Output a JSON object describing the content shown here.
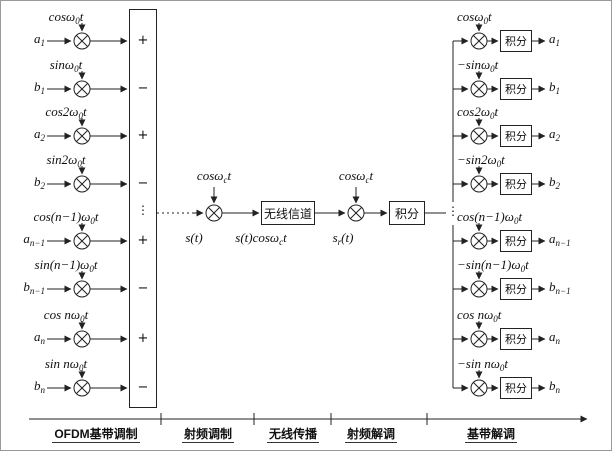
{
  "labels": {
    "integrator": "积分",
    "channel": "无线信道",
    "vdots": "⋮"
  },
  "mid": {
    "carrier_tx": {
      "pre": "cosω",
      "sub": "c",
      "post": "t"
    },
    "carrier_rx": {
      "pre": "cosω",
      "sub": "c",
      "post": "t"
    },
    "signal_tx": {
      "pre": "s(t)",
      "sub": "",
      "post": ""
    },
    "signal_mod": {
      "pre": "s(t)cosω",
      "sub": "c",
      "post": "t"
    },
    "signal_rx": {
      "pre": "s",
      "sub": "r",
      "post": "(t)"
    }
  },
  "left_rows": [
    {
      "input": {
        "base": "a",
        "sub": "1"
      },
      "carrier": {
        "pre": "cosω",
        "sub": "0",
        "post": "t"
      },
      "sign": "+"
    },
    {
      "input": {
        "base": "b",
        "sub": "1"
      },
      "carrier": {
        "pre": "sinω",
        "sub": "0",
        "post": "t"
      },
      "sign": "−"
    },
    {
      "input": {
        "base": "a",
        "sub": "2"
      },
      "carrier": {
        "pre": "cos2ω",
        "sub": "0",
        "post": "t"
      },
      "sign": "+"
    },
    {
      "input": {
        "base": "b",
        "sub": "2"
      },
      "carrier": {
        "pre": "sin2ω",
        "sub": "0",
        "post": "t"
      },
      "sign": "−"
    },
    {
      "input": {
        "base": "a",
        "sub": "n−1"
      },
      "carrier": {
        "pre": "cos(n−1)ω",
        "sub": "0",
        "post": "t"
      },
      "sign": "+"
    },
    {
      "input": {
        "base": "b",
        "sub": "n−1"
      },
      "carrier": {
        "pre": "sin(n−1)ω",
        "sub": "0",
        "post": "t"
      },
      "sign": "−"
    },
    {
      "input": {
        "base": "a",
        "sub": "n"
      },
      "carrier": {
        "pre": "cos nω",
        "sub": "0",
        "post": "t"
      },
      "sign": "+"
    },
    {
      "input": {
        "base": "b",
        "sub": "n"
      },
      "carrier": {
        "pre": "sin nω",
        "sub": "0",
        "post": "t"
      },
      "sign": "−"
    }
  ],
  "right_rows": [
    {
      "output": {
        "base": "a",
        "sub": "1"
      },
      "carrier": {
        "pre": "cosω",
        "sub": "0",
        "post": "t"
      }
    },
    {
      "output": {
        "base": "b",
        "sub": "1"
      },
      "carrier": {
        "pre": "−sinω",
        "sub": "0",
        "post": "t"
      }
    },
    {
      "output": {
        "base": "a",
        "sub": "2"
      },
      "carrier": {
        "pre": "cos2ω",
        "sub": "0",
        "post": "t"
      }
    },
    {
      "output": {
        "base": "b",
        "sub": "2"
      },
      "carrier": {
        "pre": "−sin2ω",
        "sub": "0",
        "post": "t"
      }
    },
    {
      "output": {
        "base": "a",
        "sub": "n−1"
      },
      "carrier": {
        "pre": "cos(n−1)ω",
        "sub": "0",
        "post": "t"
      }
    },
    {
      "output": {
        "base": "b",
        "sub": "n−1"
      },
      "carrier": {
        "pre": "−sin(n−1)ω",
        "sub": "0",
        "post": "t"
      }
    },
    {
      "output": {
        "base": "a",
        "sub": "n"
      },
      "carrier": {
        "pre": "cos nω",
        "sub": "0",
        "post": "t"
      }
    },
    {
      "output": {
        "base": "b",
        "sub": "n"
      },
      "carrier": {
        "pre": "−sin nω",
        "sub": "0",
        "post": "t"
      }
    }
  ],
  "sections": [
    "OFDM基带调制",
    "射频调制",
    "无线传播",
    "射频解调",
    "基带解调"
  ]
}
